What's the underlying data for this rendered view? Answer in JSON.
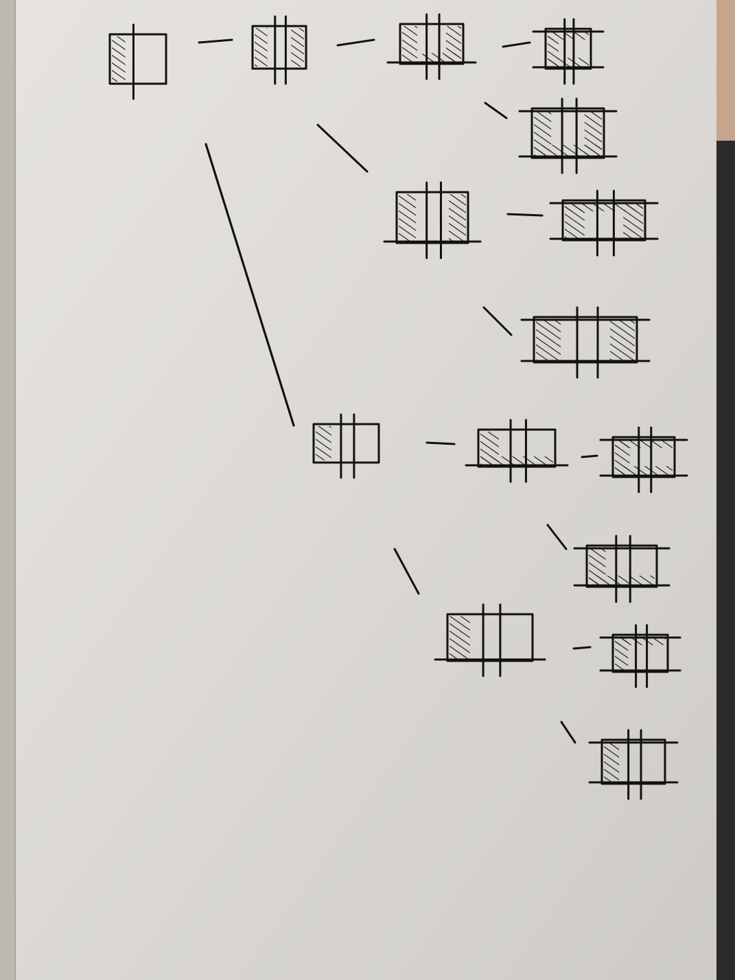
{
  "page": {
    "paper_color": "#e4e1dd",
    "ink_color": "#111111",
    "binding_color": "#bdb8b2",
    "dark_strip_color": "#2b2b2c",
    "wood_color": "#c7a58d"
  },
  "tree": {
    "nodes": [
      {
        "id": "root",
        "v": [
          0
        ],
        "h": [],
        "hatch": [
          "left"
        ]
      },
      {
        "id": "a",
        "v": [
          0,
          1
        ],
        "h": [],
        "hatch": [
          "left",
          "right"
        ]
      },
      {
        "id": "a-a",
        "v": [
          0,
          1
        ],
        "h": [
          1
        ],
        "hatch": [
          "left",
          "right",
          "bottom-right"
        ]
      },
      {
        "id": "a-a-a",
        "v": [
          0,
          1
        ],
        "h": [
          0,
          1
        ],
        "hatch": [
          "top",
          "left",
          "bottom"
        ]
      },
      {
        "id": "a-a-b",
        "v": [
          0,
          1
        ],
        "h": [
          0,
          1
        ],
        "hatch": [
          "left",
          "right",
          "bottom"
        ]
      },
      {
        "id": "a-b",
        "v": [
          0,
          1
        ],
        "h": [
          1
        ],
        "hatch": [
          "left",
          "right"
        ]
      },
      {
        "id": "a-b-a",
        "v": [
          0,
          1
        ],
        "h": [
          0,
          1
        ],
        "hatch": [
          "top",
          "left",
          "right"
        ]
      },
      {
        "id": "a-b-b",
        "v": [
          0,
          1
        ],
        "h": [
          0,
          1
        ],
        "hatch": [
          "left",
          "right"
        ]
      },
      {
        "id": "b",
        "v": [
          0,
          1
        ],
        "h": [],
        "hatch": [
          "left"
        ]
      },
      {
        "id": "b-a",
        "v": [
          0,
          1
        ],
        "h": [
          1
        ],
        "hatch": [
          "left",
          "bottom"
        ]
      },
      {
        "id": "b-a-a",
        "v": [
          0,
          1
        ],
        "h": [
          0,
          1
        ],
        "hatch": [
          "top",
          "left",
          "bottom"
        ]
      },
      {
        "id": "b-a-b",
        "v": [
          0,
          1
        ],
        "h": [
          0,
          1
        ],
        "hatch": [
          "left",
          "bottom"
        ]
      },
      {
        "id": "b-b",
        "v": [
          0,
          1
        ],
        "h": [
          1
        ],
        "hatch": [
          "left"
        ]
      },
      {
        "id": "b-b-a",
        "v": [
          0,
          1
        ],
        "h": [
          0,
          1
        ],
        "hatch": [
          "top",
          "left"
        ]
      },
      {
        "id": "b-b-b",
        "v": [
          0,
          1
        ],
        "h": [
          0,
          1
        ],
        "hatch": [
          "left"
        ]
      }
    ],
    "edges": [
      {
        "from": "root",
        "to": "a",
        "style": "dash"
      },
      {
        "from": "root",
        "to": "b",
        "style": "long"
      },
      {
        "from": "a",
        "to": "a-a",
        "style": "dash"
      },
      {
        "from": "a",
        "to": "a-b",
        "style": "diag"
      },
      {
        "from": "a-a",
        "to": "a-a-a",
        "style": "dash"
      },
      {
        "from": "a-a",
        "to": "a-a-b",
        "style": "diag"
      },
      {
        "from": "a-b",
        "to": "a-b-a",
        "style": "dash"
      },
      {
        "from": "a-b",
        "to": "a-b-b",
        "style": "diag"
      },
      {
        "from": "b",
        "to": "b-a",
        "style": "dash"
      },
      {
        "from": "b",
        "to": "b-b",
        "style": "diag"
      },
      {
        "from": "b-a",
        "to": "b-a-a",
        "style": "dash"
      },
      {
        "from": "b-a",
        "to": "b-a-b",
        "style": "diag"
      },
      {
        "from": "b-b",
        "to": "b-b-a",
        "style": "dash"
      },
      {
        "from": "b-b",
        "to": "b-b-b",
        "style": "diag"
      }
    ]
  }
}
